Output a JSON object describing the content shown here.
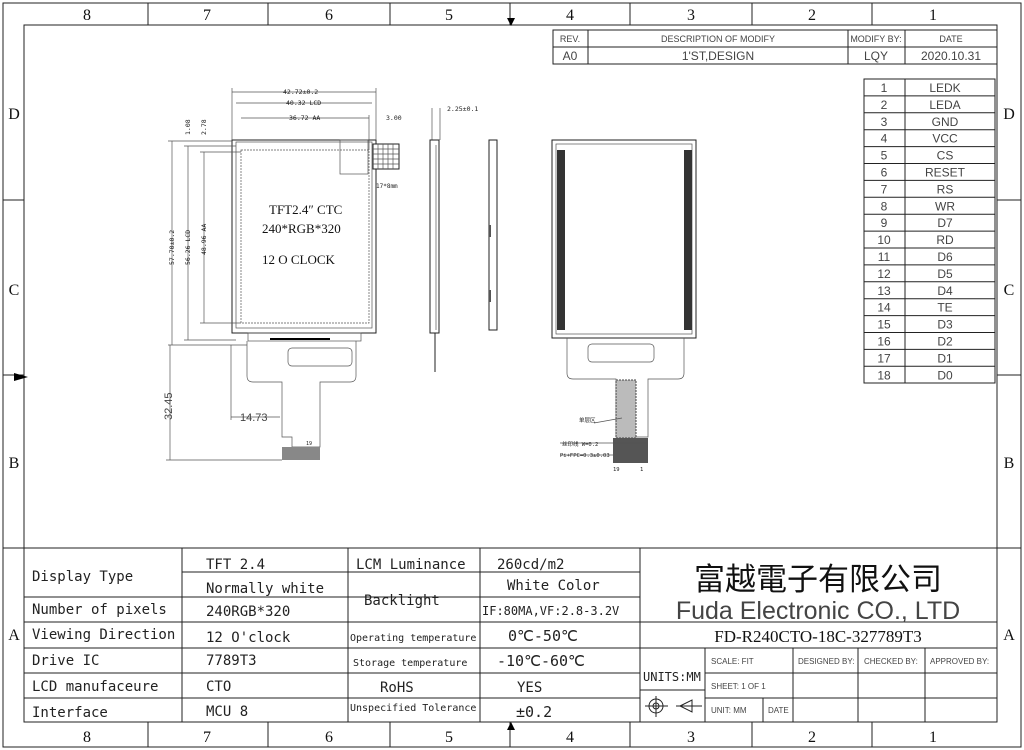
{
  "ruler": {
    "cols": [
      "8",
      "7",
      "6",
      "5",
      "4",
      "3",
      "2",
      "1"
    ],
    "rows": [
      "D",
      "C",
      "B",
      "A"
    ]
  },
  "revision": {
    "headers": [
      "REV.",
      "DESCRIPTION OF MODIFY",
      "MODIFY BY:",
      "DATE"
    ],
    "row": [
      "A0",
      "1'ST,DESIGN",
      "LQY",
      "2020.10.31"
    ]
  },
  "pins": [
    [
      "1",
      "LEDK"
    ],
    [
      "2",
      "LEDA"
    ],
    [
      "3",
      "GND"
    ],
    [
      "4",
      "VCC"
    ],
    [
      "5",
      "CS"
    ],
    [
      "6",
      "RESET"
    ],
    [
      "7",
      "RS"
    ],
    [
      "8",
      "WR"
    ],
    [
      "9",
      "D7"
    ],
    [
      "10",
      "RD"
    ],
    [
      "11",
      "D6"
    ],
    [
      "12",
      "D5"
    ],
    [
      "13",
      "D4"
    ],
    [
      "14",
      "TE"
    ],
    [
      "15",
      "D3"
    ],
    [
      "16",
      "D2"
    ],
    [
      "17",
      "D1"
    ],
    [
      "18",
      "D0"
    ]
  ],
  "drawing": {
    "dim_outline": "42.72±0.2",
    "dim_lcd_w": "40.32 LCD",
    "dim_aa_w": "36.72 AA",
    "dim_3": "3.00",
    "dim_thick": "2.25±0.1",
    "dim_108": "1.08",
    "dim_278": "2.78",
    "dim_outline_h": "57.70±0.2",
    "dim_lcd_h": "56.26 LCD",
    "dim_aa_h": "48.96 AA",
    "dim_fpc": "32.45",
    "dim_fpc_x": "14.73",
    "pad_size": "17*8mm",
    "screen_line1": "TFT2.4″ CTC",
    "screen_line2": "240*RGB*320",
    "screen_line3": "12 O  CLOCK",
    "pin_19": "19",
    "pin_1": "1",
    "note_1": "单层区",
    "note_2": "丝印线 W=0.2",
    "note_3": "Pi+FPC=0.3±0.03"
  },
  "spec": {
    "display_type_label": "Display Type",
    "display_type_1": "TFT 2.4",
    "display_type_2": "Normally white",
    "pixels_label": "Number of pixels",
    "pixels": "240RGB*320",
    "view_label": "Viewing Direction",
    "view": "12 O'clock",
    "ic_label": "Drive IC",
    "ic": "7789T3",
    "mfr_label": "LCD manufaceure",
    "mfr": "CTO",
    "iface_label": "Interface",
    "iface": "MCU 8",
    "lum_label": "LCM Luminance",
    "lum": "260cd/m2",
    "backlight_label": "Backlight",
    "backlight_1": "White Color",
    "backlight_2": "IF:80MA,VF:2.8-3.2V",
    "optemp_label": "Operating temperature",
    "optemp": "0℃-50℃",
    "sttemp_label": "Storage temperature",
    "sttemp": "-10℃-60℃",
    "rohs_label": "RoHS",
    "rohs": "YES",
    "tol_label": "Unspecified Tolerance",
    "tol": "±0.2"
  },
  "title_block": {
    "company_cn": "富越電子有限公司",
    "company_en": "Fuda Electronic CO., LTD",
    "part_no": "FD-R240CTO-18C-327789T3",
    "units": "UNITS:MM",
    "scale": "SCALE:   FIT",
    "designed": "DESIGNED BY:",
    "checked": "CHECKED BY:",
    "approved": "APPROVED BY:",
    "sheet": "SHEET:  1  OF  1",
    "unit": "UNIT:   MM",
    "date": "DATE"
  }
}
